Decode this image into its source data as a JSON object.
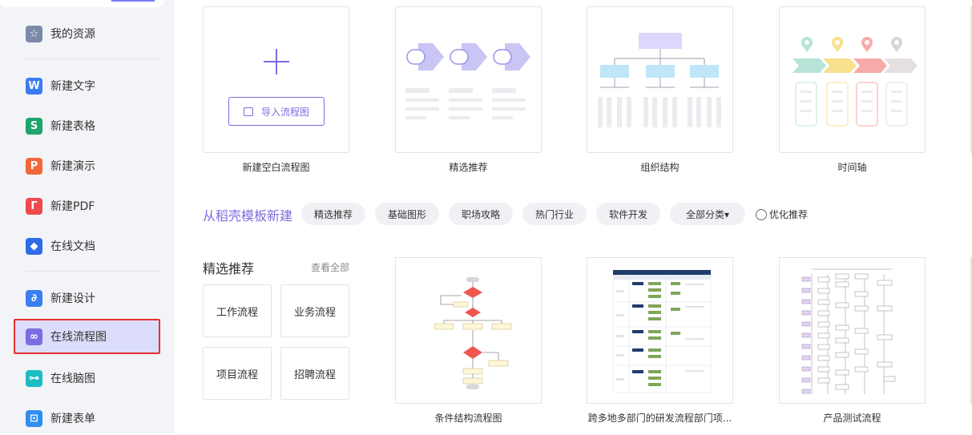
{
  "sidebar": {
    "items": [
      {
        "label": "我的资源",
        "icon": "star-icon",
        "color": "#7a8aa8"
      },
      {
        "label": "新建文字",
        "icon": "word-icon",
        "color": "#3b7cf6"
      },
      {
        "label": "新建表格",
        "icon": "sheet-icon",
        "color": "#1fa56b"
      },
      {
        "label": "新建演示",
        "icon": "presentation-icon",
        "color": "#f2683b"
      },
      {
        "label": "新建PDF",
        "icon": "pdf-icon",
        "color": "#ef4a4f"
      },
      {
        "label": "在线文档",
        "icon": "cloud-doc-icon",
        "color": "#2f6be6"
      },
      {
        "label": "新建设计",
        "icon": "design-icon",
        "color": "#3a7ef0"
      },
      {
        "label": "在线流程图",
        "icon": "flowchart-icon",
        "color": "#7b6de0"
      },
      {
        "label": "在线脑图",
        "icon": "mindmap-icon",
        "color": "#1bbcc2"
      },
      {
        "label": "新建表单",
        "icon": "form-icon",
        "color": "#2f8ff0"
      }
    ],
    "active_index": 7
  },
  "top_cards": [
    {
      "caption": "新建空白流程图",
      "button": "导入流程图"
    },
    {
      "caption": "精选推荐"
    },
    {
      "caption": "组织结构"
    },
    {
      "caption": "时间轴"
    }
  ],
  "template_section": {
    "title": "从稻壳模板新建",
    "chips": [
      "精选推荐",
      "基础图形",
      "职场攻略",
      "热门行业",
      "软件开发",
      "全部分类▾"
    ],
    "optimize": "优化推荐"
  },
  "featured": {
    "title": "精选推荐",
    "view_all": "查看全部",
    "categories": [
      "工作流程",
      "业务流程",
      "项目流程",
      "招聘流程"
    ]
  },
  "bottom_cards": [
    {
      "caption": "条件结构流程图"
    },
    {
      "caption": "跨多地多部门的研发流程部门项..."
    },
    {
      "caption": "产品测试流程"
    }
  ],
  "colors": {
    "accent": "#7b6de0",
    "active_bg": "#dcdcfb",
    "active_border": "#e5312d"
  }
}
